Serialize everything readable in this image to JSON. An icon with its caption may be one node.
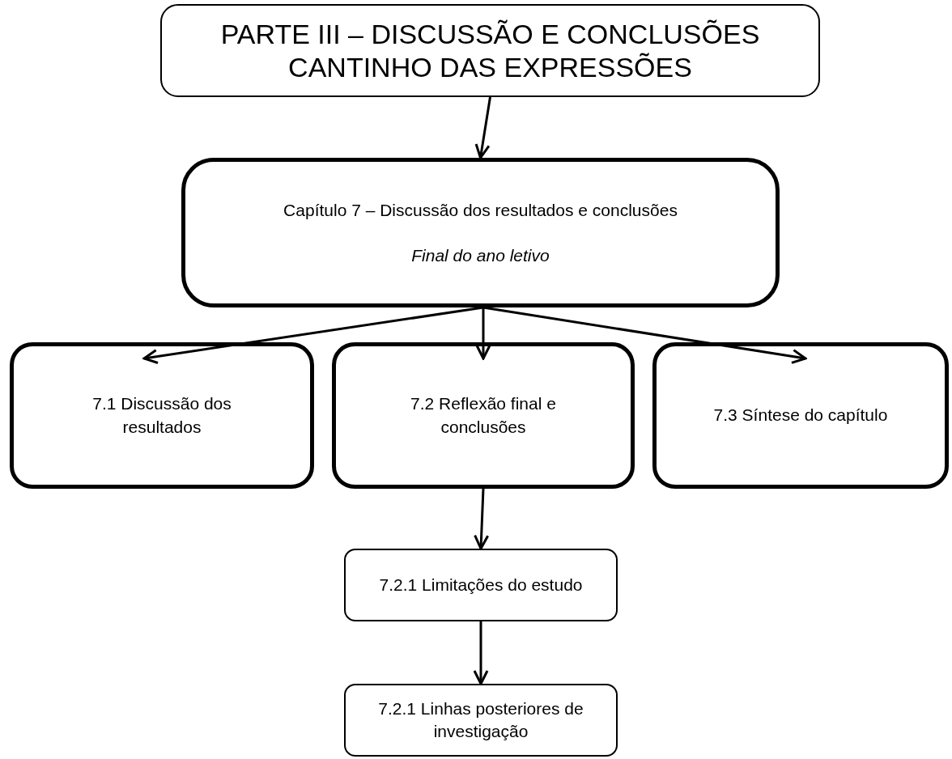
{
  "diagram": {
    "nodes": [
      {
        "text": [
          "PARTE III – DISCUSSÃO E CONCLUSÕES",
          "CANTINHO DAS EXPRESSÕES"
        ]
      },
      {
        "text": [
          "Capítulo 7 – Discussão dos resultados e conclusões",
          "Final do ano letivo"
        ]
      },
      {
        "text": [
          "7.1 Discussão dos resultados"
        ]
      },
      {
        "text": [
          "7.2 Reflexão final e conclusões"
        ]
      },
      {
        "text": [
          "7.3 Síntese do capítulo"
        ]
      },
      {
        "text": [
          "7.2.1 Limitações do estudo"
        ]
      },
      {
        "text": [
          "7.2.1 Linhas posteriores de investigação"
        ]
      }
    ],
    "edges": [
      {
        "from": 0,
        "to": 1,
        "arrow": "to"
      },
      {
        "from": 1,
        "to": 2,
        "arrow": "to"
      },
      {
        "from": 1,
        "to": 3,
        "arrow": "to"
      },
      {
        "from": 1,
        "to": 4,
        "arrow": "to"
      },
      {
        "from": 3,
        "to": 5,
        "arrow": "to"
      },
      {
        "from": 5,
        "to": 6,
        "arrow": "to"
      }
    ]
  }
}
